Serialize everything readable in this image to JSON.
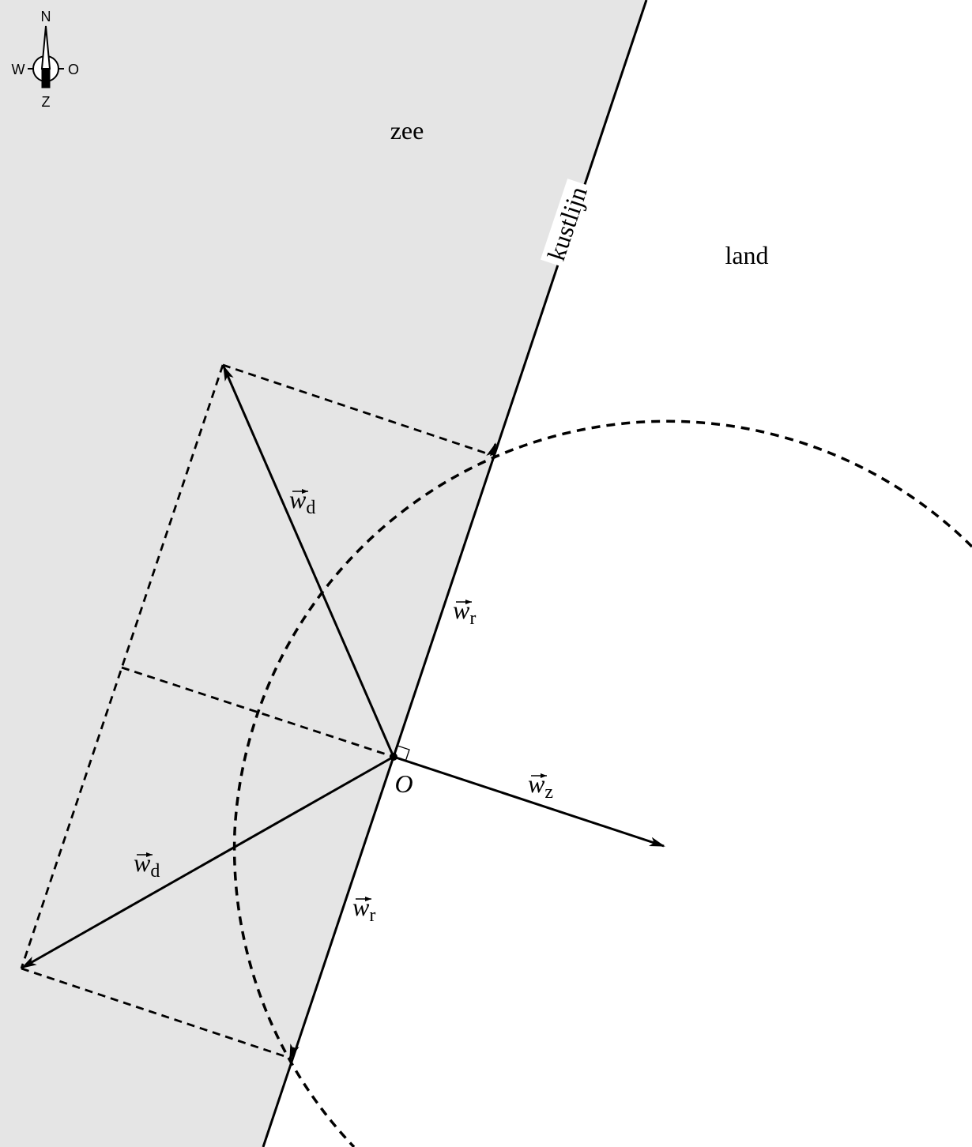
{
  "compass": {
    "north": "N",
    "south": "Z",
    "west": "W",
    "east": "O"
  },
  "regions": {
    "sea": "zee",
    "land": "land",
    "coastline": "kustlijn"
  },
  "origin_label": "O",
  "vectors": {
    "wd_upper": {
      "symbol": "w",
      "subscript": "d"
    },
    "wr_upper": {
      "symbol": "w",
      "subscript": "r"
    },
    "wz": {
      "symbol": "w",
      "subscript": "z"
    },
    "wd_lower": {
      "symbol": "w",
      "subscript": "d"
    },
    "wr_lower": {
      "symbol": "w",
      "subscript": "r"
    }
  },
  "colors": {
    "sea": "#e5e5e5",
    "ink": "#000000",
    "background": "#ffffff"
  }
}
